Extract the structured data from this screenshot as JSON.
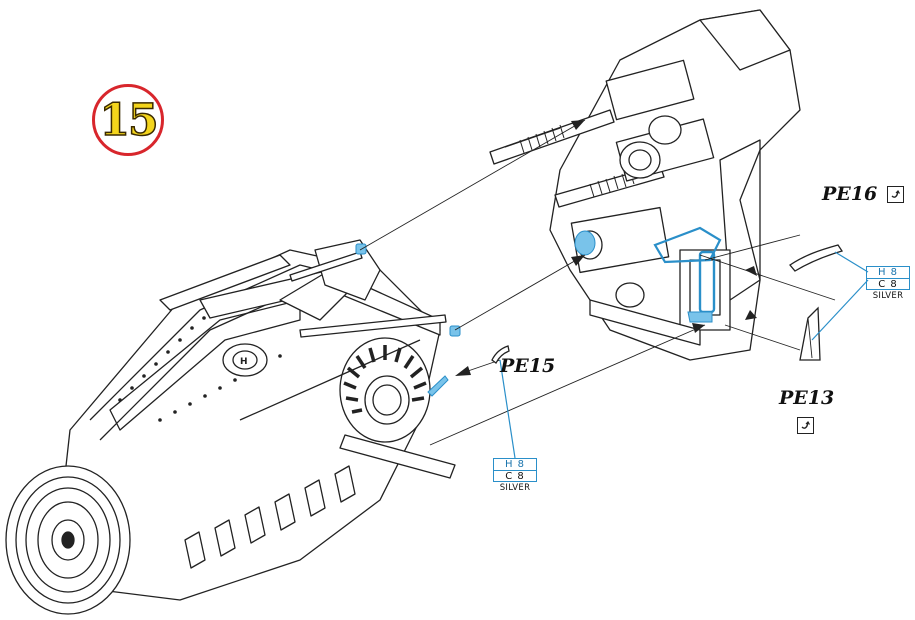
{
  "step": {
    "number": "15"
  },
  "parts": [
    {
      "id": "PE16",
      "label": "PE16",
      "paint": {
        "code_top": "H 8",
        "code_bottom": "C 8",
        "name": "SILVER"
      }
    },
    {
      "id": "PE15",
      "label": "PE15",
      "paint": {
        "code_top": "H 8",
        "code_bottom": "C 8",
        "name": "SILVER"
      }
    },
    {
      "id": "PE13",
      "label": "PE13"
    }
  ],
  "colors": {
    "callout": "#2a8fc9",
    "badge_ring": "#d8262c",
    "badge_fill": "#f4d51c",
    "line": "#222222"
  }
}
